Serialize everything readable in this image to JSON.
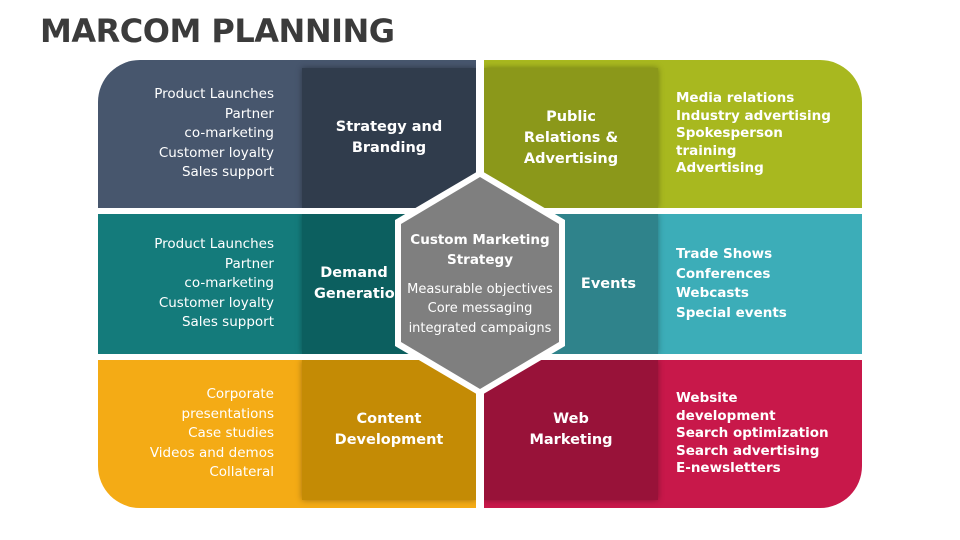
{
  "title": "MARCOM PLANNING",
  "center": {
    "title": "Custom Marketing Strategy",
    "body": "Measurable objectives Core messaging integrated campaigns"
  },
  "quadrants": {
    "strategy": {
      "label": "Strategy and Branding",
      "items": [
        "Product Launches",
        "Partner",
        "co-marketing",
        "Customer loyalty",
        "Sales support"
      ]
    },
    "pr": {
      "label": "Public Relations & Advertising",
      "items": [
        "Media relations",
        "Industry advertising",
        "Spokesperson",
        "training",
        "Advertising"
      ]
    },
    "demand": {
      "label": "Demand Generation",
      "items": [
        "Product Launches",
        "Partner",
        "co-marketing",
        "Customer loyalty",
        "Sales support"
      ]
    },
    "events": {
      "label": "Events",
      "items": [
        "Trade Shows",
        "Conferences",
        "Webcasts",
        "Special events"
      ]
    },
    "content": {
      "label": "Content Development",
      "items": [
        "Corporate",
        "presentations",
        "Case studies",
        "Videos and demos",
        "Collateral"
      ]
    },
    "web": {
      "label": "Web Marketing",
      "items": [
        "Website",
        "development",
        "Search optimization",
        "Search advertising",
        "E-newsletters"
      ]
    }
  },
  "colors": {
    "strategy": "#47566d",
    "pr": "#a8b81f",
    "demand": "#147b7b",
    "events": "#3cadb8",
    "content": "#f4ab15",
    "web": "#c8184a",
    "center": "#7f7f7f"
  }
}
